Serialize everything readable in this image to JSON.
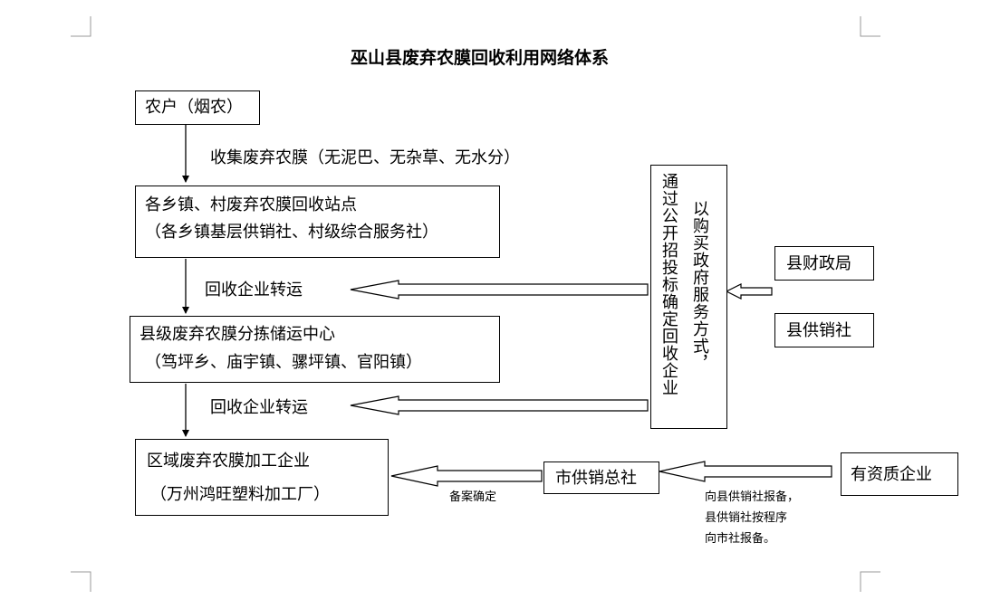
{
  "title": "巫山县废弃农膜回收利用网络体系",
  "nodes": {
    "farmer": "农户（烟农）",
    "collect_label": "收集废弃农膜（无泥巴、无杂草、无水分）",
    "station_line1": "各乡镇、村废弃农膜回收站点",
    "station_line2": "（各乡镇基层供销社、村级综合服务社）",
    "transport_label_1": "回收企业转运",
    "center_line1": "县级废弃农膜分拣储运中心",
    "center_line2": "（笃坪乡、庙宇镇、骡坪镇、官阳镇）",
    "transport_label_2": "回收企业转运",
    "enterprise_line1": "区域废弃农膜加工企业",
    "enterprise_line2": "（万州鸿旺塑料加工厂）",
    "bidding_col1": "通过公开招投标确定回收企业",
    "bidding_col2": "以购买政府服务方式，",
    "finance": "县财政局",
    "supply": "县供销社",
    "city_supply": "市供销总社",
    "record_label": "备案确定",
    "qualified": "有资质企业",
    "report_line1": "向县供销社报备，",
    "report_line2": "县供销社按程序",
    "report_line3": "向市社报备。"
  }
}
